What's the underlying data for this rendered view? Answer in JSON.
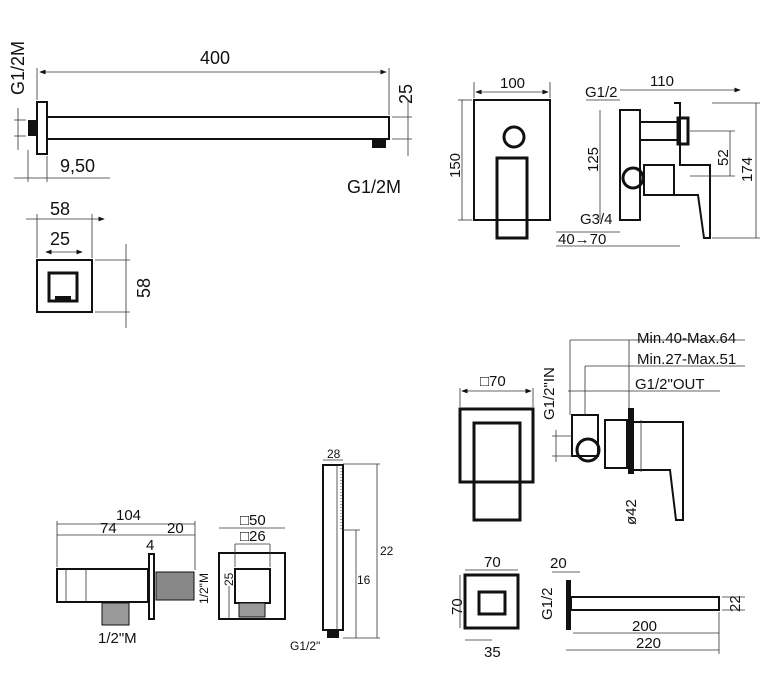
{
  "shower_arm": {
    "length": "400",
    "height": "25",
    "inlet_thread": "G1/2M",
    "flange_offset": "9,50",
    "outlet_thread": "G1/2M"
  },
  "arm_flange": {
    "width": "58",
    "inner_width": "25",
    "height": "58"
  },
  "mixer_3way": {
    "front_width": "100",
    "front_height": "150",
    "inlet_label": "G1/2",
    "depth": "110",
    "body_height": "125",
    "handle_offset": "52",
    "total_height": "174",
    "outlet_label": "G3/4",
    "depth_range": "40→70"
  },
  "mixer_2way": {
    "depth_range_1": "Min.40-Max.64",
    "depth_range_2": "Min.27-Max.51",
    "outlet_label": "G1/2\"OUT",
    "inlet_label": "G1/2\"IN",
    "plate_size": "□70",
    "diameter": "ø42"
  },
  "wall_outlet": {
    "total_length": "104",
    "body_length": "74",
    "thread_length": "20",
    "plate_thickness": "4",
    "bottom_thread": "1/2\"M",
    "rear_thread": "1/2\"M",
    "plate_size": "□50",
    "body_size": "□26",
    "center_height": "25"
  },
  "hand_shower": {
    "width": "28",
    "total_length": "22",
    "grip_length": "16",
    "thread": "G1/2\""
  },
  "spout": {
    "plate_width": "70",
    "plate_height": "70",
    "outlet_offset": "35",
    "plate_thickness": "20",
    "thread": "G1/2",
    "spout_length": "200",
    "total_length": "220",
    "spout_height": "22"
  }
}
